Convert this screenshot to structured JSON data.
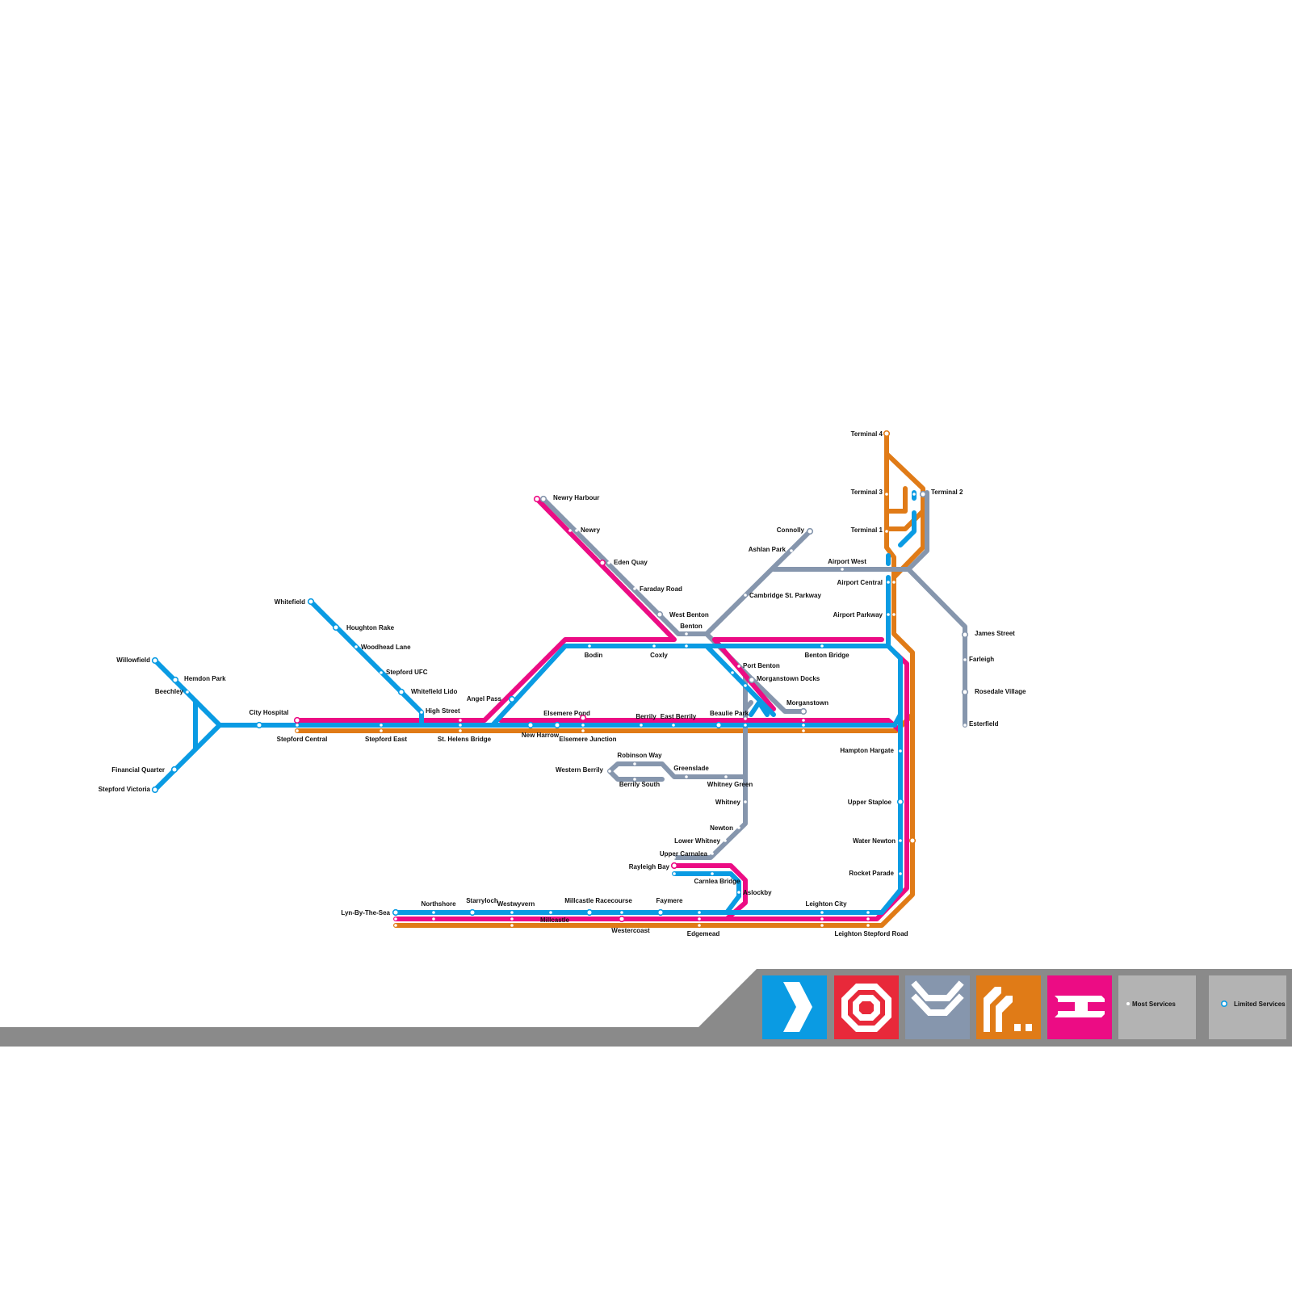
{
  "colors": {
    "blue": "#0a9be3",
    "magenta": "#ec0c84",
    "grey": "#8696ad",
    "orange": "#e07b17",
    "red": "#e8293a",
    "bar": "#8a8a8a",
    "legend_box": "#b3b3b3"
  },
  "lines": [
    {
      "id": "blue",
      "color": "#0a9be3",
      "icon": "chevron-right-icon"
    },
    {
      "id": "red",
      "color": "#e8293a",
      "icon": "target-icon"
    },
    {
      "id": "grey",
      "color": "#8696ad",
      "icon": "crossing-icon"
    },
    {
      "id": "orange",
      "color": "#e07b17",
      "icon": "branch-icon"
    },
    {
      "id": "magenta",
      "color": "#ec0c84",
      "icon": "junction-icon"
    }
  ],
  "legend": {
    "most_services": "Most Services",
    "limited_services": "Limited Services"
  },
  "stations": {
    "terminal4": "Terminal 4",
    "terminal3": "Terminal 3",
    "terminal2": "Terminal 2",
    "terminal1": "Terminal 1",
    "newry_harbour": "Newry Harbour",
    "newry": "Newry",
    "connolly": "Connolly",
    "eden_quay": "Eden Quay",
    "ashlan_park": "Ashlan Park",
    "airport_west": "Airport West",
    "faraday_road": "Faraday Road",
    "airport_central": "Airport Central",
    "cambridge_st_parkway": "Cambridge St. Parkway",
    "whitefield": "Whitefield",
    "west_benton": "West Benton",
    "airport_parkway": "Airport Parkway",
    "houghton_rake": "Houghton Rake",
    "benton": "Benton",
    "james_street": "James Street",
    "woodhead_lane": "Woodhead Lane",
    "bodin": "Bodin",
    "coxly": "Coxly",
    "benton_bridge": "Benton Bridge",
    "willowfield": "Willowfield",
    "farleigh": "Farleigh",
    "port_benton": "Port Benton",
    "stepford_ufc": "Stepford UFC",
    "hemdon_park": "Hemdon Park",
    "morganstown_docks": "Morganstown Docks",
    "whitefield_lido": "Whitefield Lido",
    "beechley": "Beechley",
    "rosedale_village": "Rosedale Village",
    "angel_pass": "Angel Pass",
    "morganstown": "Morganstown",
    "high_street": "High Street",
    "city_hospital": "City Hospital",
    "elsemere_pond": "Elsemere Pond",
    "beaulie_park": "Beaulie Park",
    "berrily": "Berrily",
    "east_berrily": "East Berrily",
    "esterfield": "Esterfield",
    "new_harrow": "New Harrow",
    "stepford_central": "Stepford Central",
    "stepford_east": "Stepford East",
    "st_helens_bridge": "St. Helens Bridge",
    "elsemere_junction": "Elsemere Junction",
    "hampton_hargate": "Hampton Hargate",
    "robinson_way": "Robinson Way",
    "financial_quarter": "Financial Quarter",
    "greenslade": "Greenslade",
    "western_berrily": "Western Berrily",
    "berrily_south": "Berrily South",
    "whitney_green": "Whitney Green",
    "stepford_victoria": "Stepford Victoria",
    "whitney": "Whitney",
    "upper_staploe": "Upper Staploe",
    "newton": "Newton",
    "lower_whitney": "Lower Whitney",
    "water_newton": "Water Newton",
    "upper_carnalea": "Upper Carnalea",
    "rayleigh_bay": "Rayleigh Bay",
    "rocket_parade": "Rocket Parade",
    "carnlea_bridge": "Carnlea Bridge",
    "aslockby": "Aslockby",
    "starryloch": "Starryloch",
    "millcastle_racecourse": "Millcastle Racecourse",
    "faymere": "Faymere",
    "northshore": "Northshore",
    "westwyvern": "Westwyvern",
    "leighton_city": "Leighton City",
    "lyn_by_the_sea": "Lyn-By-The-Sea",
    "millcastle": "Millcastle",
    "westercoast": "Westercoast",
    "edgemead": "Edgemead",
    "leighton_stepford_road": "Leighton Stepford Road"
  }
}
